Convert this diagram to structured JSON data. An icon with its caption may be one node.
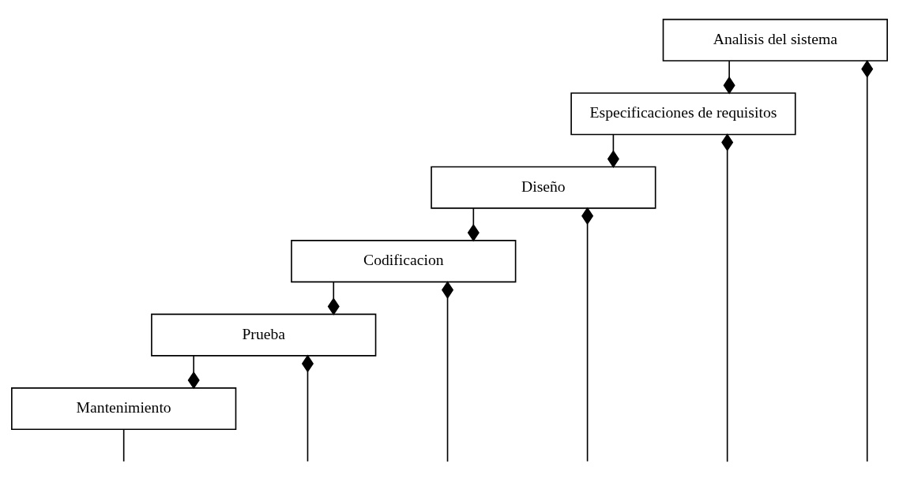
{
  "diagram": {
    "nodes": [
      {
        "text": [
          "Analisis del sistema"
        ]
      },
      {
        "text": [
          "Especificaciones de requisitos"
        ]
      },
      {
        "text": [
          "Diseño"
        ]
      },
      {
        "text": [
          "Codificacion"
        ]
      },
      {
        "text": [
          "Prueba"
        ]
      },
      {
        "text": [
          "Mantenimiento"
        ]
      }
    ],
    "edges": [
      {
        "from": 0,
        "to": 1,
        "arrow": "other"
      },
      {
        "from": 1,
        "to": 2,
        "arrow": "other"
      },
      {
        "from": 2,
        "to": 3,
        "arrow": "other"
      },
      {
        "from": 3,
        "to": 4,
        "arrow": "other"
      },
      {
        "from": 4,
        "to": 5,
        "arrow": "other"
      },
      {
        "from": null,
        "to": 0,
        "arrow": "other"
      },
      {
        "from": null,
        "to": 1,
        "arrow": "other"
      },
      {
        "from": null,
        "to": 2,
        "arrow": "other"
      },
      {
        "from": null,
        "to": 3,
        "arrow": "other"
      },
      {
        "from": null,
        "to": 4,
        "arrow": "other"
      },
      {
        "from": 5,
        "to": null,
        "arrow": "none"
      }
    ]
  }
}
